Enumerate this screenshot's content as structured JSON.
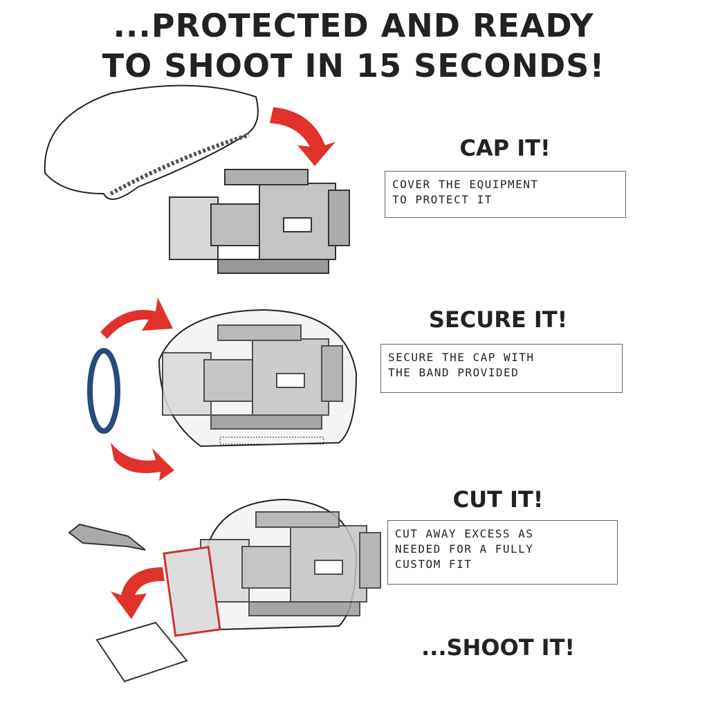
{
  "title": {
    "line1": "...PROTECTED AND READY",
    "line2": "TO SHOOT IN 15 SECONDS!"
  },
  "steps": [
    {
      "heading": "CAP IT!",
      "line1": "COVER THE EQUIPMENT",
      "line2": "TO PROTECT IT"
    },
    {
      "heading": "SECURE IT!",
      "line1": "SECURE THE CAP WITH",
      "line2": "THE BAND PROVIDED"
    },
    {
      "heading": "CUT IT!",
      "line1": "CUT AWAY EXCESS AS",
      "line2": "NEEDED FOR A FULLY",
      "line3": "CUSTOM FIT"
    }
  ],
  "footer": "...SHOOT IT!",
  "colors": {
    "arrow": "#e0322b",
    "band": "#2a4a7a",
    "camera": "#bdbdbd"
  }
}
